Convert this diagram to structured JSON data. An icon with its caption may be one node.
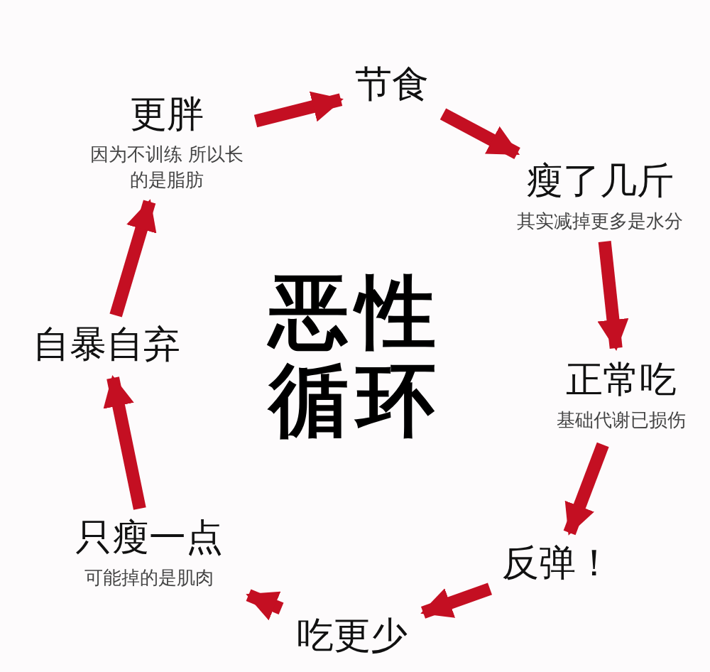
{
  "diagram": {
    "title": "恶性循环",
    "nodes": [
      {
        "text": [
          "节食"
        ]
      },
      {
        "text": [
          "瘦了几斤",
          "其实减掉更多是水分"
        ]
      },
      {
        "text": [
          "正常吃",
          "基础代谢已损伤"
        ]
      },
      {
        "text": [
          "反弹！"
        ]
      },
      {
        "text": [
          "吃更少"
        ]
      },
      {
        "text": [
          "只瘦一点",
          "可能掉的是肌肉"
        ]
      },
      {
        "text": [
          "自暴自弃"
        ]
      },
      {
        "text": [
          "更胖",
          "因为不训练 所以长的是脂肪"
        ]
      }
    ],
    "edges": [
      {
        "from": 7,
        "to": 0,
        "arrow": "to"
      },
      {
        "from": 0,
        "to": 1,
        "arrow": "to"
      },
      {
        "from": 1,
        "to": 2,
        "arrow": "to"
      },
      {
        "from": 2,
        "to": 3,
        "arrow": "to"
      },
      {
        "from": 3,
        "to": 4,
        "arrow": "to"
      },
      {
        "from": 4,
        "to": 5,
        "arrow": "to"
      },
      {
        "from": 5,
        "to": 6,
        "arrow": "to"
      },
      {
        "from": 6,
        "to": 7,
        "arrow": "to"
      }
    ]
  }
}
